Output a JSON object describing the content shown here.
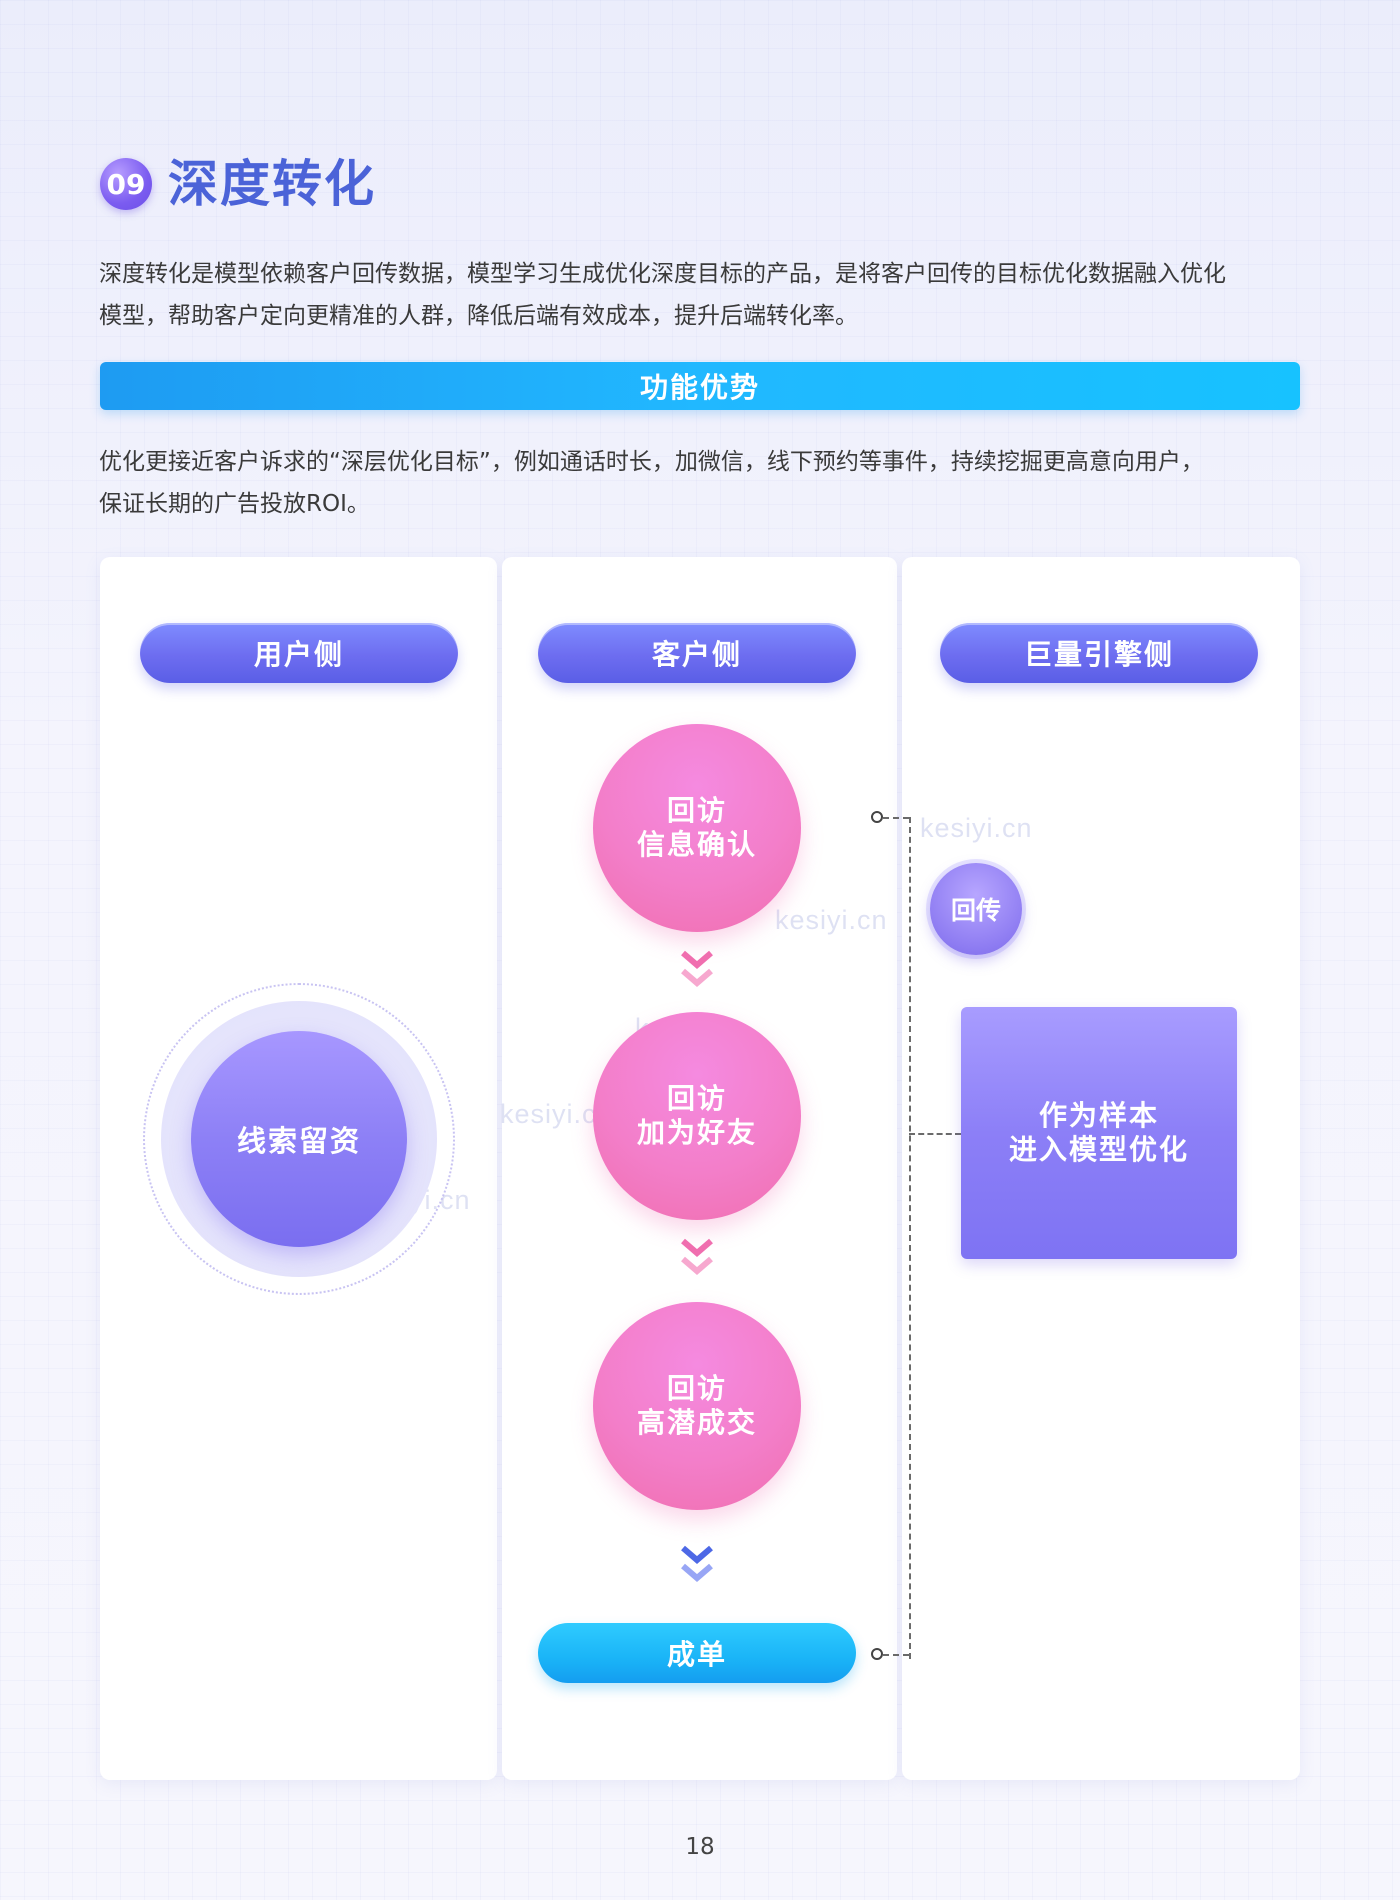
{
  "header": {
    "section_number": "09",
    "title": "深度转化"
  },
  "intro": {
    "line1": "深度转化是模型依赖客户回传数据，模型学习生成优化深度目标的产品，是将客户回传的目标优化数据融入优化",
    "line2": "模型，帮助客户定向更精准的人群，降低后端有效成本，提升后端转化率。"
  },
  "banner": {
    "label": "功能优势"
  },
  "advantage": {
    "line1": "优化更接近客户诉求的“深层优化目标”，例如通话时长，加微信，线下预约等事件，持续挖掘更高意向用户，",
    "line2": "保证长期的广告投放ROI。"
  },
  "diagram": {
    "columns": {
      "user": "用户侧",
      "client": "客户侧",
      "engine": "巨量引擎侧"
    },
    "user_node": "线索留资",
    "client_steps": [
      {
        "line1": "回访",
        "line2": "信息确认"
      },
      {
        "line1": "回访",
        "line2": "加为好友"
      },
      {
        "line1": "回访",
        "line2": "高潜成交"
      }
    ],
    "deal": "成单",
    "return_label": "回传",
    "sample_box": {
      "line1": "作为样本",
      "line2": "进入模型优化"
    },
    "watermarks": [
      "kesiyi.cn",
      "kesiyi.cn",
      "kesiyi.cn",
      "kesiyi.cn",
      "kesiyi.cn"
    ]
  },
  "footer": {
    "page_number": "18"
  },
  "colors": {
    "title": "#4b63d8",
    "banner": "#1eaaf5",
    "pill": "#6d6df0",
    "pink": "#f37ec9",
    "deal": "#1ab4f7"
  }
}
